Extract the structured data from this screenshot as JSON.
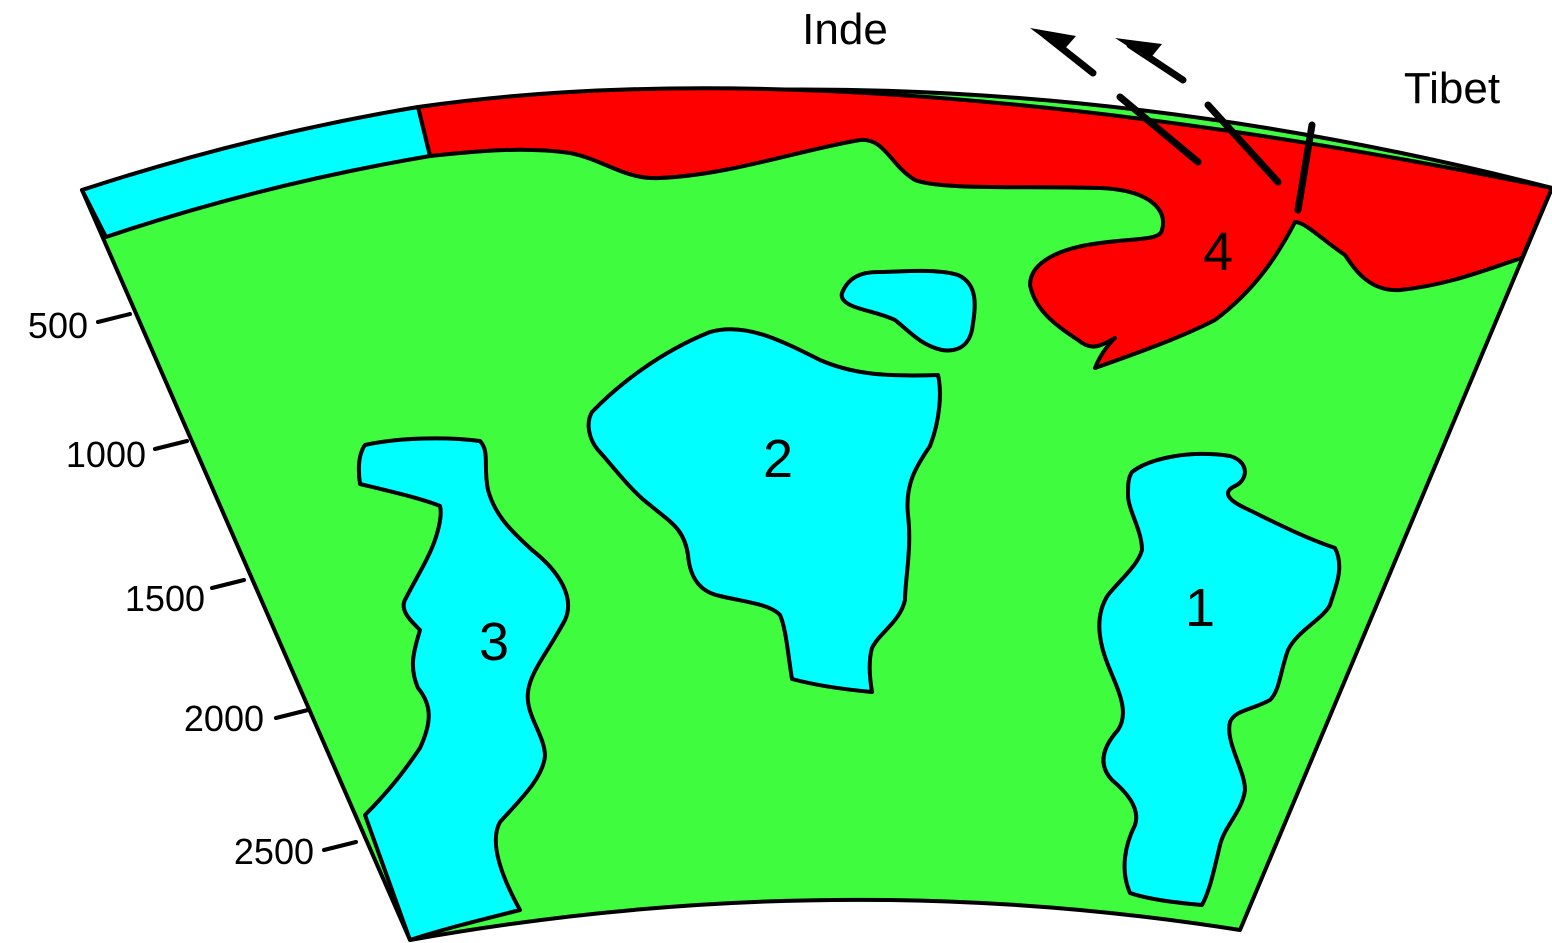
{
  "labels": {
    "india": "Inde",
    "tibet": "Tibet",
    "anomaly_1": "1",
    "anomaly_2": "2",
    "anomaly_3": "3",
    "anomaly_4": "4"
  },
  "depth_ticks": [
    "500",
    "1000",
    "1500",
    "2000",
    "2500"
  ],
  "colors": {
    "mantle": "#3ffc3f",
    "fast_anomaly": "#00ffff",
    "slow_anomaly": "#ff0000",
    "outline": "#000000",
    "background": "#ffffff"
  }
}
